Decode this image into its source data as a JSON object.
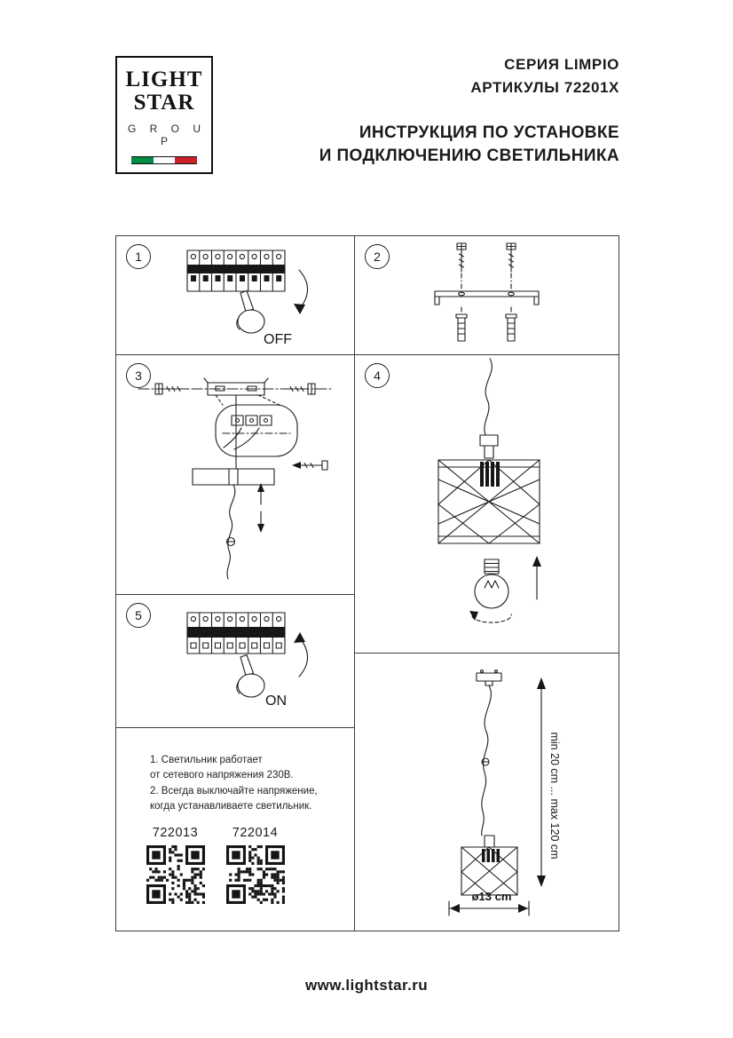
{
  "logo": {
    "line1": "LIGHT",
    "line2": "STAR",
    "line3": "G R O U P",
    "flag_colors": [
      "#008c45",
      "#ffffff",
      "#cd212a"
    ]
  },
  "header": {
    "series": "СЕРИЯ LIMPIO",
    "articles": "АРТИКУЛЫ 72201X",
    "title_line1": "ИНСТРУКЦИЯ ПО УСТАНОВКЕ",
    "title_line2": "И ПОДКЛЮЧЕНИЮ СВЕТИЛЬНИКА"
  },
  "panels": {
    "step1": {
      "number": "1",
      "label": "OFF"
    },
    "step2": {
      "number": "2"
    },
    "step3": {
      "number": "3"
    },
    "step4": {
      "number": "4"
    },
    "step5": {
      "number": "5",
      "label": "ON"
    },
    "notes": {
      "lines": [
        "1. Светильник работает",
        "от сетевого напряжения 230В.",
        "2. Всегда выключайте напряжение,",
        "когда устанавливаете светильник."
      ],
      "qr_left_label": "722013",
      "qr_right_label": "722014"
    },
    "dimensions": {
      "height_label": "min 20 cm ... max 120 cm",
      "diameter_label": "ø13 cm"
    }
  },
  "footer": {
    "website": "www.lightstar.ru"
  }
}
